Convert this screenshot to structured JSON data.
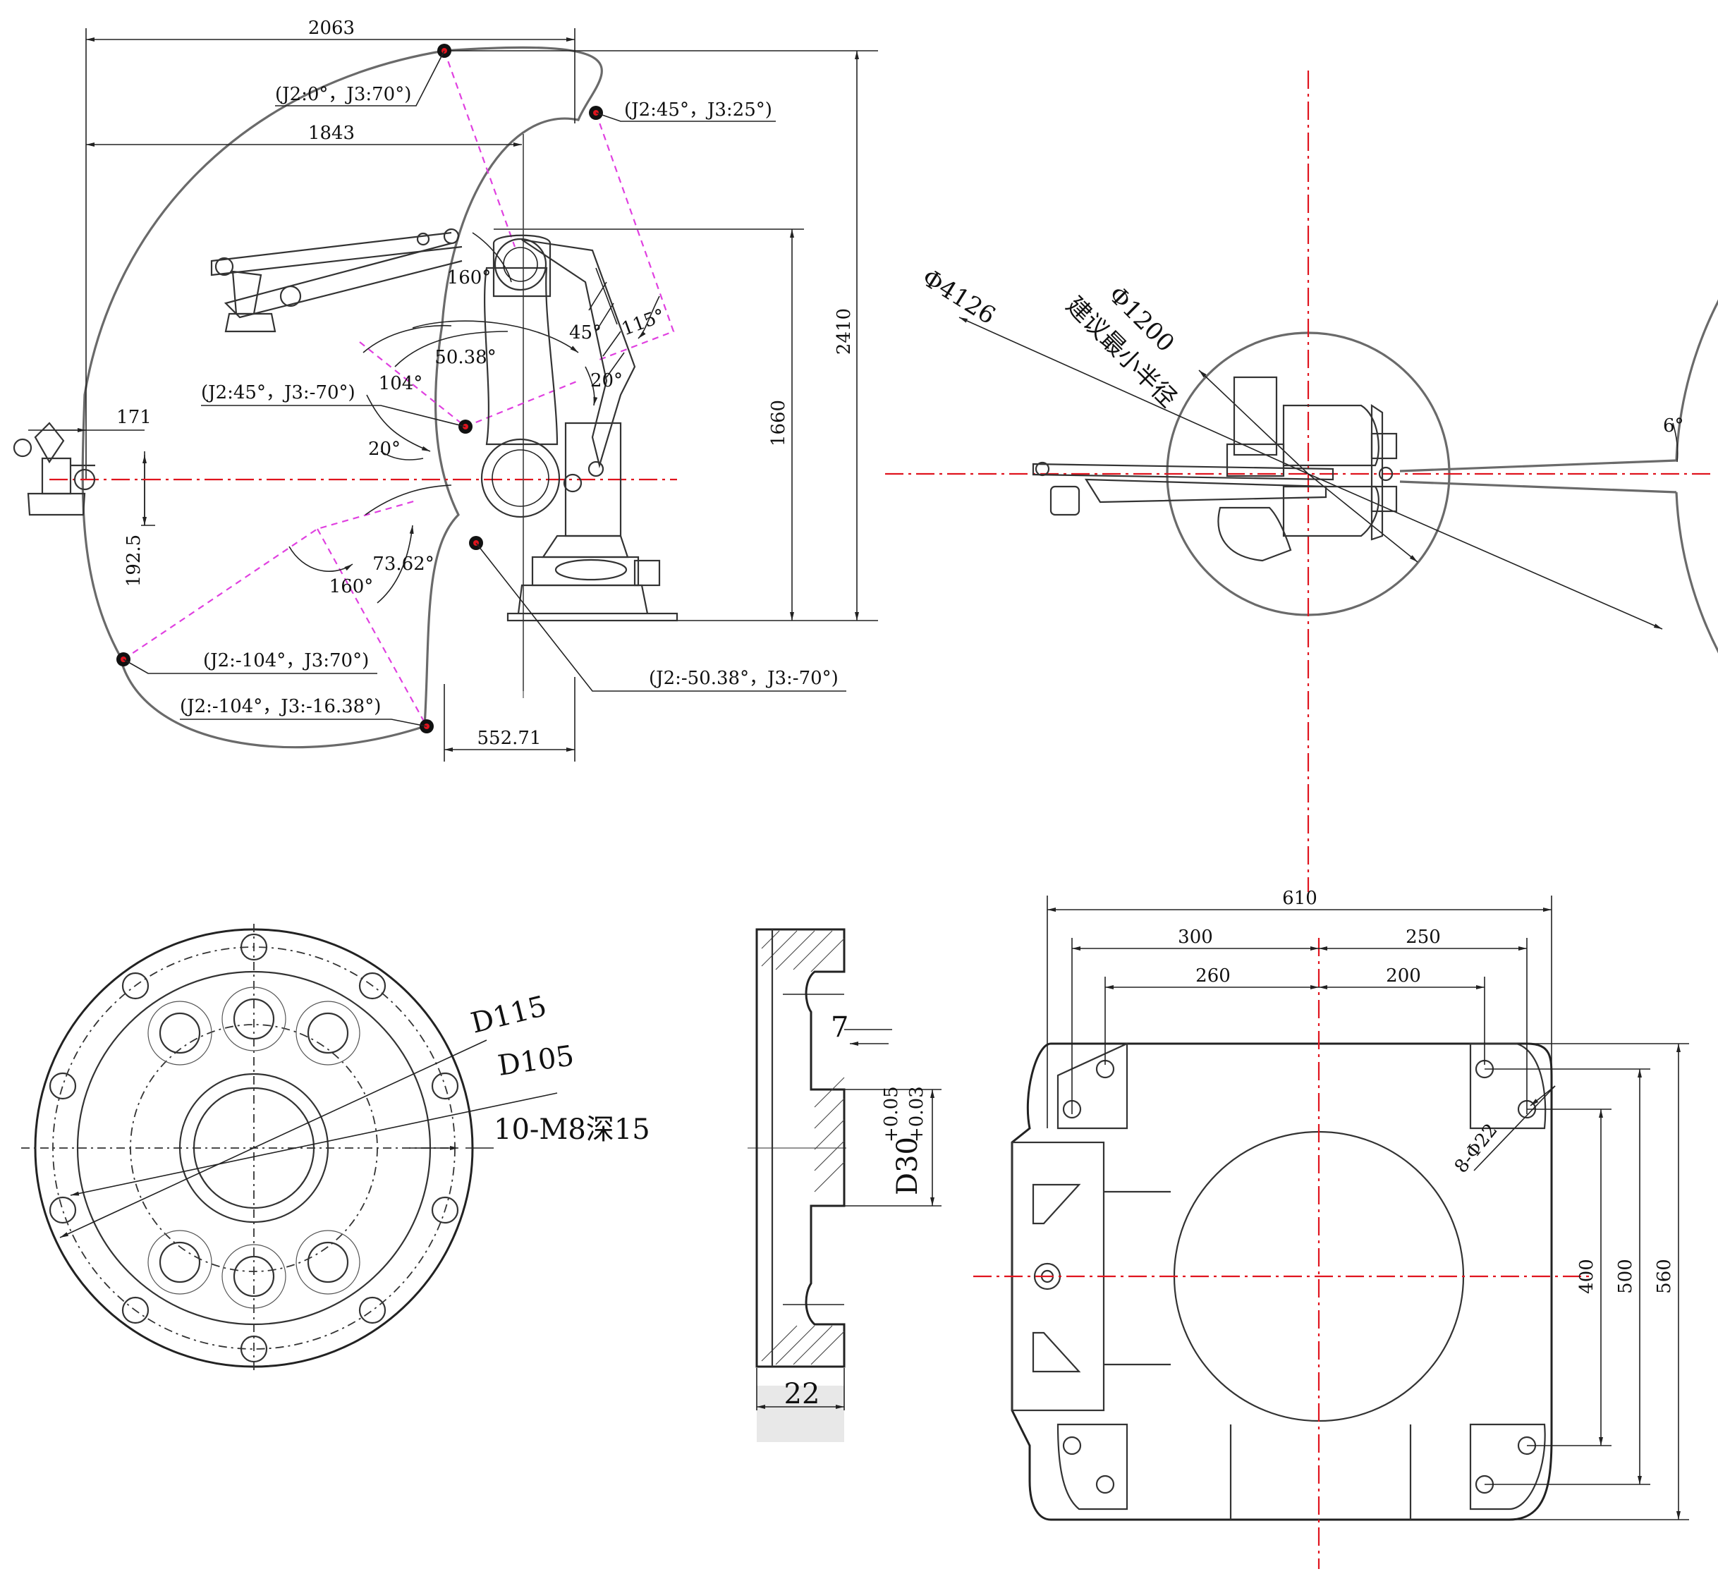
{
  "side_view": {
    "dims": {
      "reach_max": "2063",
      "reach_j2": "1843",
      "height_total": "2410",
      "height_arm": "1660",
      "offset_171": "171",
      "offset_192": "192.5",
      "base_width": "552.71"
    },
    "angles": {
      "a160_top": "160°",
      "a115": "115°",
      "a45": "45°",
      "a50": "50.38°",
      "a104": "104°",
      "a20_left": "20°",
      "a20_right": "20°",
      "a73": "73.62°",
      "a160_bottom": "160°"
    },
    "poses": {
      "p1": "(J2:0°，J3:70°)",
      "p2": "(J2:45°，J3:25°)",
      "p3": "(J2:45°，J3:-70°)",
      "p4": "(J2:-104°，J3:70°)",
      "p5": "(J2:-104°，J3:-16.38°)",
      "p6": "(J2:-50.38°，J3:-70°)"
    }
  },
  "top_view": {
    "outer_diameter": "Φ4126",
    "inner_diameter": "Φ1200",
    "inner_note": "建议最小半径",
    "gap_angle": "6°"
  },
  "flange_view": {
    "d115": "D115",
    "d105": "D105",
    "holes": "10-M8深15"
  },
  "section_view": {
    "depth": "7",
    "bore": "D30",
    "tol_plus": "+0.05",
    "tol_plus2": "+0.03",
    "width": "22"
  },
  "base_view": {
    "w610": "610",
    "w300": "300",
    "w250": "250",
    "w260": "260",
    "w200": "200",
    "holes": "8-Φ22",
    "h400": "400",
    "h500": "500",
    "h560": "560"
  }
}
